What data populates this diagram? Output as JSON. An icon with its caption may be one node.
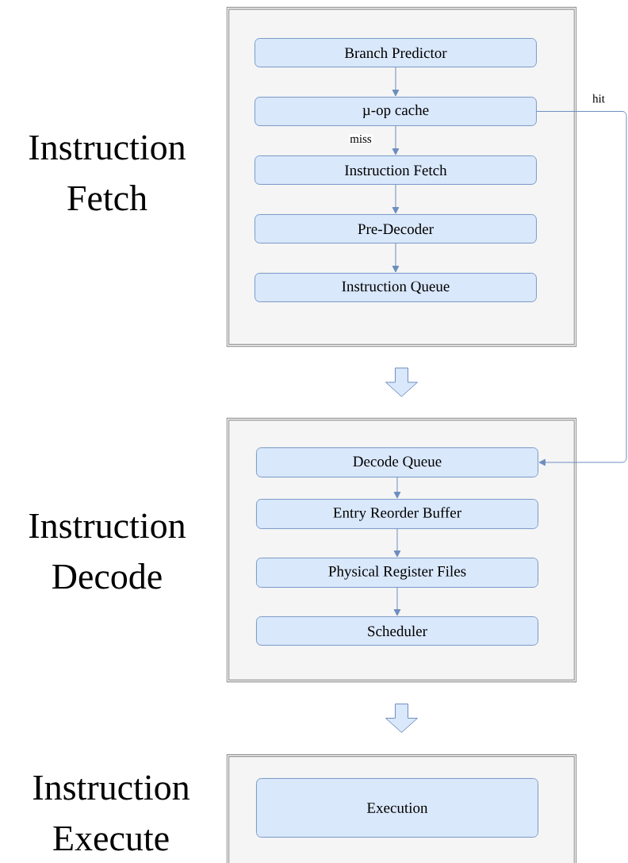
{
  "diagram": {
    "nodes": [
      {
        "text": [
          "Instruction Fetch"
        ]
      },
      {
        "text": [
          "Branch Predictor"
        ],
        "in": 0
      },
      {
        "text": [
          "µ-op cache"
        ],
        "in": 0
      },
      {
        "text": [
          "Instruction Fetch"
        ],
        "in": 0
      },
      {
        "text": [
          "Pre-Decoder"
        ],
        "in": 0
      },
      {
        "text": [
          "Instruction Queue"
        ],
        "in": 0
      },
      {
        "text": [
          "Instruction Decode"
        ]
      },
      {
        "text": [
          "Decode Queue"
        ],
        "in": 6
      },
      {
        "text": [
          "Entry Reorder Buffer"
        ],
        "in": 6
      },
      {
        "text": [
          "Physical Register Files"
        ],
        "in": 6
      },
      {
        "text": [
          "Scheduler"
        ],
        "in": 6
      },
      {
        "text": [
          "Instruction Execute"
        ]
      },
      {
        "text": [
          "Execution"
        ],
        "in": 11
      }
    ],
    "edges": [
      {
        "from": 1,
        "to": 2,
        "arrow": "to"
      },
      {
        "from": 2,
        "to": 3,
        "arrow": "to",
        "label": "miss"
      },
      {
        "from": 3,
        "to": 4,
        "arrow": "to"
      },
      {
        "from": 4,
        "to": 5,
        "arrow": "to"
      },
      {
        "from": 2,
        "to": 7,
        "arrow": "to",
        "label": "hit"
      },
      {
        "from": 0,
        "to": 6,
        "arrow": "to"
      },
      {
        "from": 7,
        "to": 8,
        "arrow": "to"
      },
      {
        "from": 8,
        "to": 9,
        "arrow": "to"
      },
      {
        "from": 9,
        "to": 10,
        "arrow": "to"
      },
      {
        "from": 6,
        "to": 11,
        "arrow": "to"
      }
    ]
  }
}
